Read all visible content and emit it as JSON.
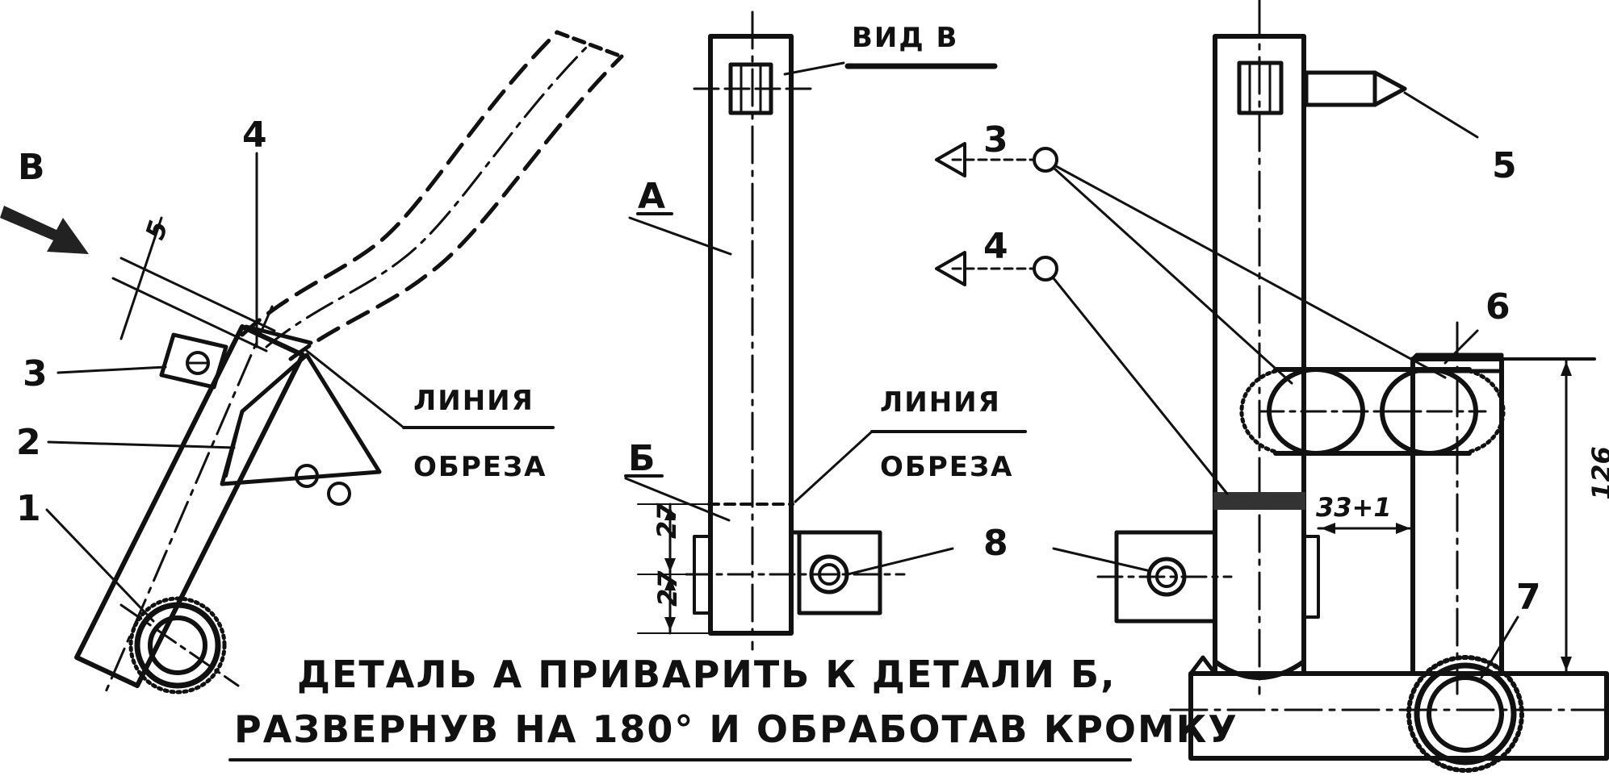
{
  "labels": {
    "view_arrow": "В",
    "dim_5": "5",
    "cut_line_top": "ЛИНИЯ",
    "cut_line_bottom": "ОБРЕЗА",
    "view_title": "ВИД В",
    "part_a": "А",
    "part_b": "Б",
    "dim_27_upper": "27",
    "dim_27_lower": "27",
    "dim_33": "33+1",
    "dim_126": "126"
  },
  "callouts": {
    "n1": "1",
    "n2": "2",
    "n3_left": "3",
    "n4_left": "4",
    "n3_right": "3",
    "n4_right": "4",
    "n5": "5",
    "n6": "6",
    "n7": "7",
    "n8": "8"
  },
  "note": {
    "line1": "ДЕТАЛЬ А ПРИВАРИТЬ К ДЕТАЛИ Б,",
    "line2": "РАЗВЕРНУВ НА 180° И ОБРАБОТАВ КРОМКУ"
  }
}
